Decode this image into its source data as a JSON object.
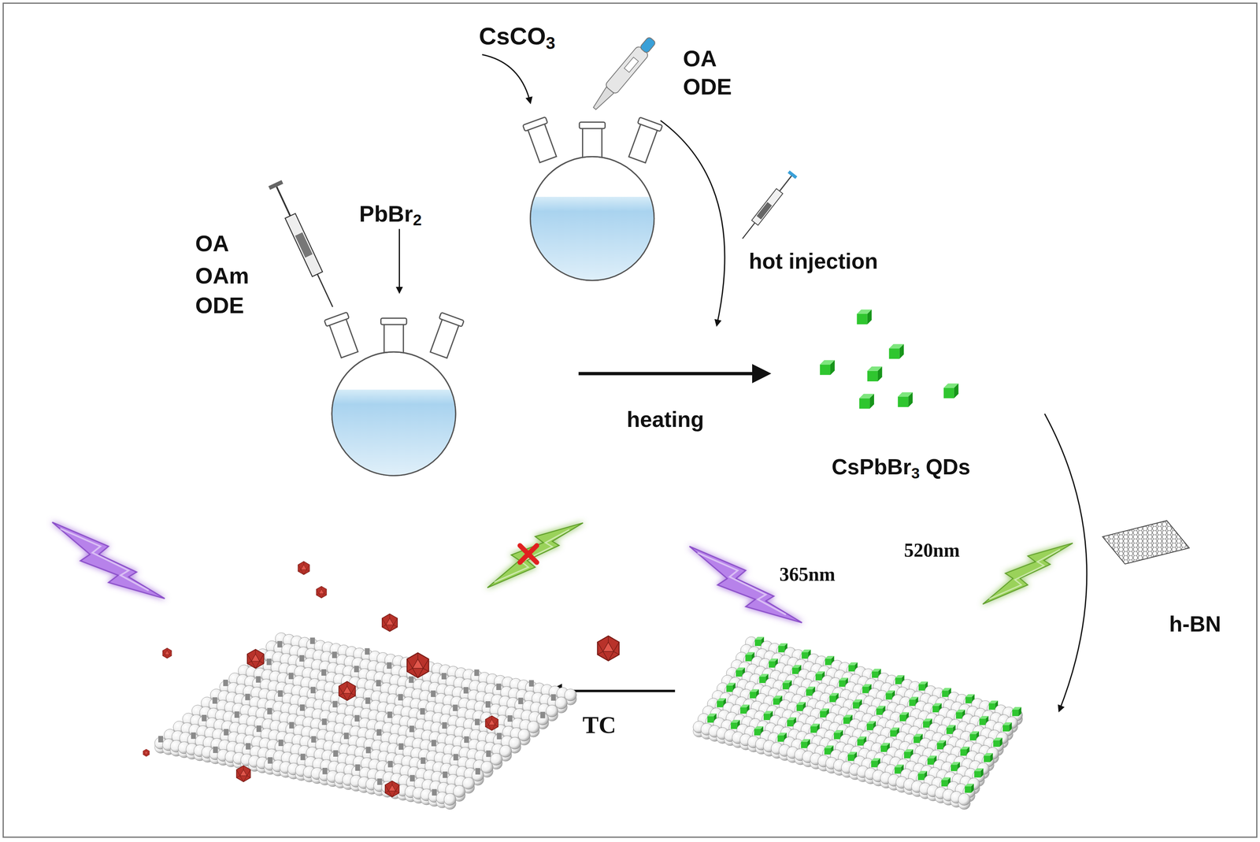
{
  "diagram": {
    "labels": [
      "CsCO3",
      "OA",
      "ODE",
      "OA",
      "OAm",
      "ODE",
      "PbBr2",
      "hot injection",
      "heating",
      "CsPbBr3 QDs",
      "365nm",
      "520nm",
      "h-BN",
      "TC"
    ]
  }
}
